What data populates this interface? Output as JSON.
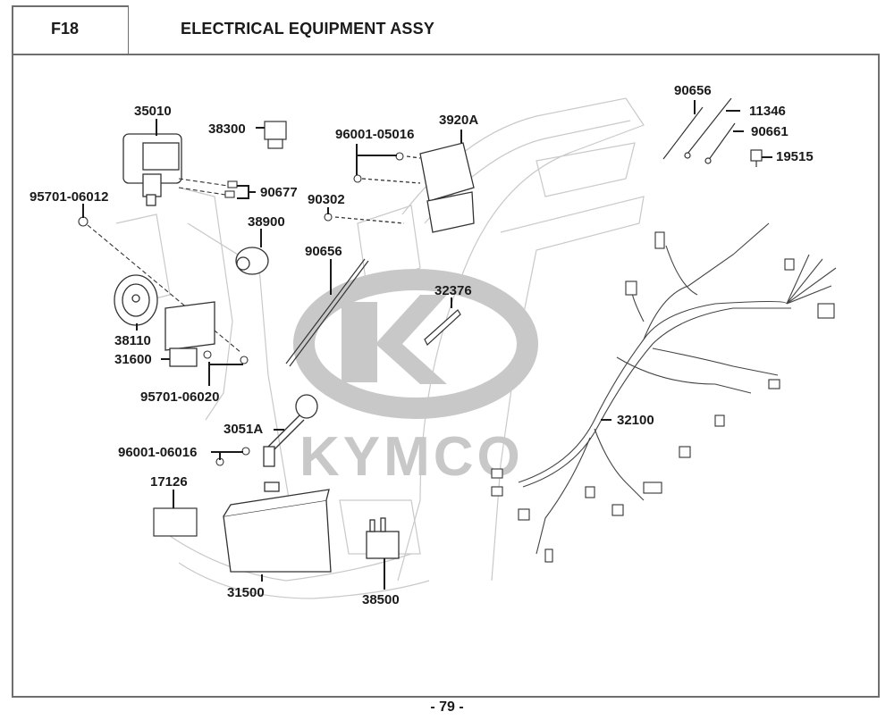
{
  "header": {
    "section_code": "F18",
    "title": "ELECTRICAL EQUIPMENT ASSY"
  },
  "watermark": {
    "brand": "KYMCO",
    "logo": "kymco-k-logo"
  },
  "parts": [
    {
      "id": "p35010",
      "number": "35010",
      "name": "ignition-switch"
    },
    {
      "id": "p38300",
      "number": "38300",
      "name": "relay"
    },
    {
      "id": "p90677",
      "number": "90677",
      "name": "screw-pair"
    },
    {
      "id": "p95701_06012",
      "number": "95701-06012",
      "name": "bolt"
    },
    {
      "id": "p38900",
      "number": "38900",
      "name": "socket"
    },
    {
      "id": "p38110",
      "number": "38110",
      "name": "horn"
    },
    {
      "id": "p31600",
      "number": "31600",
      "name": "regulator-rectifier"
    },
    {
      "id": "p95701_06020",
      "number": "95701-06020",
      "name": "bolt"
    },
    {
      "id": "p3051A",
      "number": "3051A",
      "name": "sensor-cable"
    },
    {
      "id": "p96001_06016",
      "number": "96001-06016",
      "name": "bolt"
    },
    {
      "id": "p17126",
      "number": "17126",
      "name": "battery-pad"
    },
    {
      "id": "p31500",
      "number": "31500",
      "name": "battery"
    },
    {
      "id": "p38500",
      "number": "38500",
      "name": "starter-relay"
    },
    {
      "id": "p96001_05016",
      "number": "96001-05016",
      "name": "bolt"
    },
    {
      "id": "p3920A",
      "number": "3920A",
      "name": "ecu"
    },
    {
      "id": "p90302",
      "number": "90302",
      "name": "screw"
    },
    {
      "id": "p90656_mid",
      "number": "90656",
      "name": "cable-tie"
    },
    {
      "id": "p32376",
      "number": "32376",
      "name": "clamp"
    },
    {
      "id": "p90656_top",
      "number": "90656",
      "name": "cable-tie"
    },
    {
      "id": "p11346",
      "number": "11346",
      "name": "bolt-long"
    },
    {
      "id": "p90661",
      "number": "90661",
      "name": "bolt"
    },
    {
      "id": "p19515",
      "number": "19515",
      "name": "clip"
    },
    {
      "id": "p32100",
      "number": "32100",
      "name": "wire-harness"
    }
  ],
  "footer": {
    "page_number": "- 79 -"
  }
}
